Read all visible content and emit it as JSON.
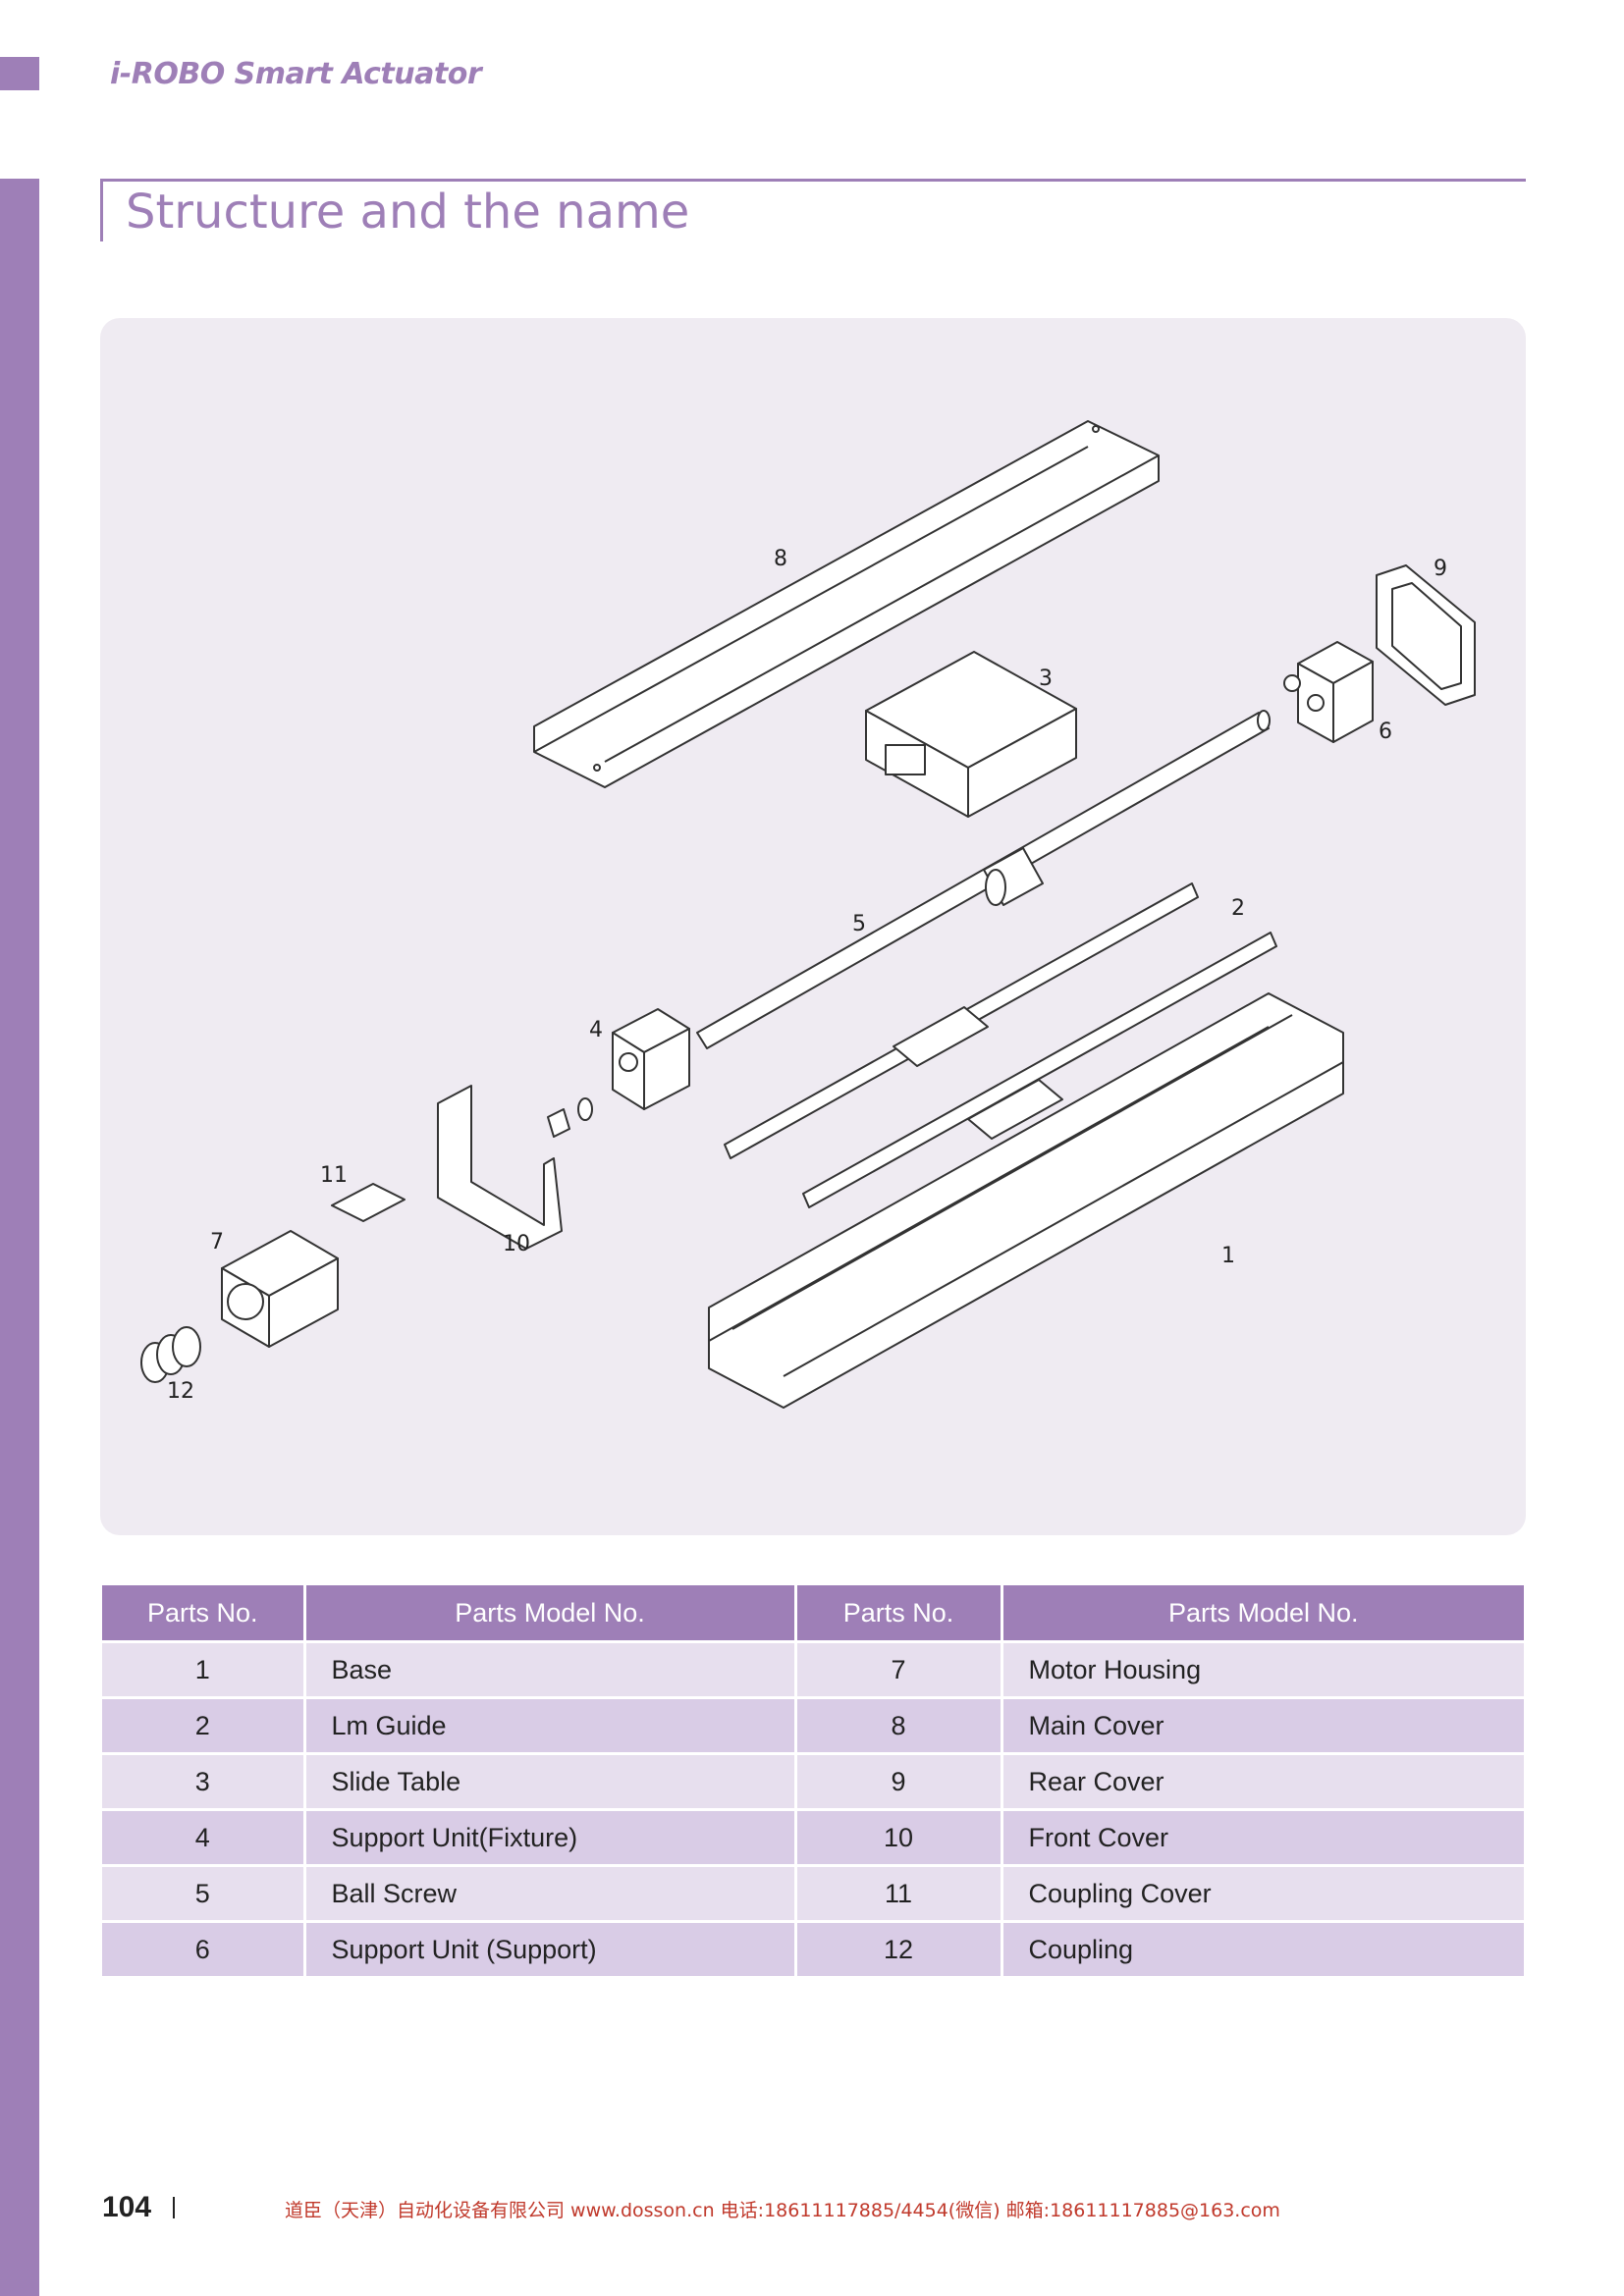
{
  "header": {
    "brand": "i-ROBO Smart Actuator"
  },
  "section": {
    "title": "Structure and the name"
  },
  "diagram": {
    "callouts": [
      "1",
      "2",
      "3",
      "4",
      "5",
      "6",
      "7",
      "8",
      "9",
      "10",
      "11",
      "12"
    ]
  },
  "table": {
    "headers": [
      "Parts No.",
      "Parts Model No.",
      "Parts No.",
      "Parts Model No."
    ],
    "rows": [
      {
        "no_a": "1",
        "name_a": "Base",
        "no_b": "7",
        "name_b": "Motor Housing"
      },
      {
        "no_a": "2",
        "name_a": "Lm Guide",
        "no_b": "8",
        "name_b": "Main Cover"
      },
      {
        "no_a": "3",
        "name_a": "Slide Table",
        "no_b": "9",
        "name_b": "Rear Cover"
      },
      {
        "no_a": "4",
        "name_a": "Support Unit(Fixture)",
        "no_b": "10",
        "name_b": "Front Cover"
      },
      {
        "no_a": "5",
        "name_a": "Ball Screw",
        "no_b": "11",
        "name_b": "Coupling Cover"
      },
      {
        "no_a": "6",
        "name_a": "Support Unit (Support)",
        "no_b": "12",
        "name_b": "Coupling"
      }
    ]
  },
  "footer": {
    "page_number": "104",
    "contact": "道臣（天津）自动化设备有限公司 www.dosson.cn 电话:18611117885/4454(微信) 邮箱:18611117885@163.com"
  },
  "colors": {
    "accent": "#9e7fb7",
    "panel": "#efebf2",
    "row_light": "#e7dfee",
    "row_dark": "#d9cce6",
    "footer_text": "#c0392b"
  }
}
